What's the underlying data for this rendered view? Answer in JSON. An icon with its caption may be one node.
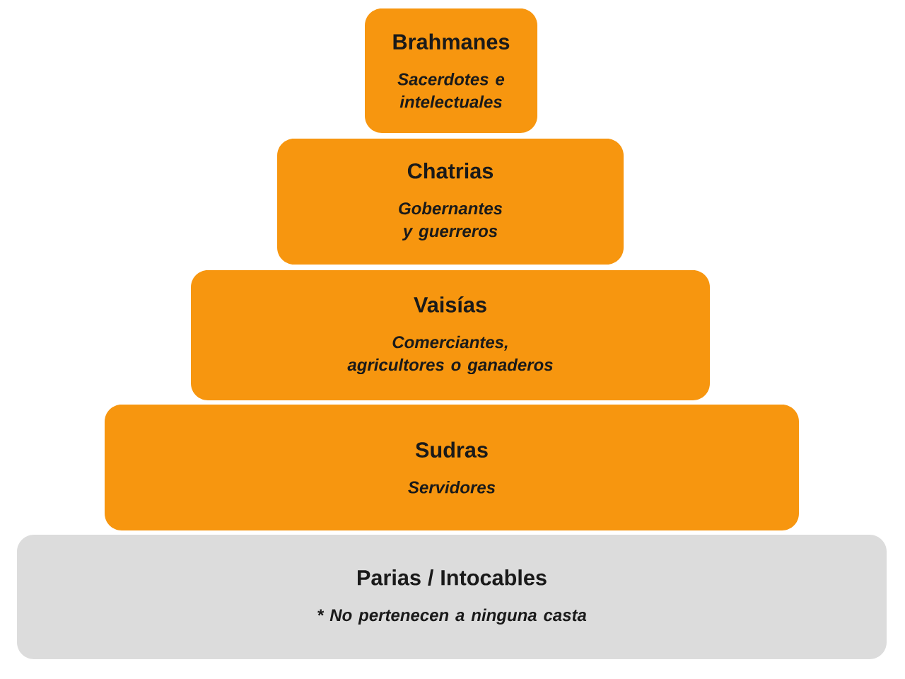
{
  "diagram": {
    "nodes": [
      {
        "text": [
          "Brahmanes",
          "Sacerdotes e intelectuales"
        ]
      },
      {
        "text": [
          "Chatrias",
          "Gobernantes y guerreros"
        ]
      },
      {
        "text": [
          "Vaisías",
          "Comerciantes, agricultores o ganaderos"
        ]
      },
      {
        "text": [
          "Sudras",
          "Servidores"
        ]
      },
      {
        "text": [
          "Parias / Intocables",
          "* No pertenecen a ninguna casta"
        ]
      }
    ]
  }
}
